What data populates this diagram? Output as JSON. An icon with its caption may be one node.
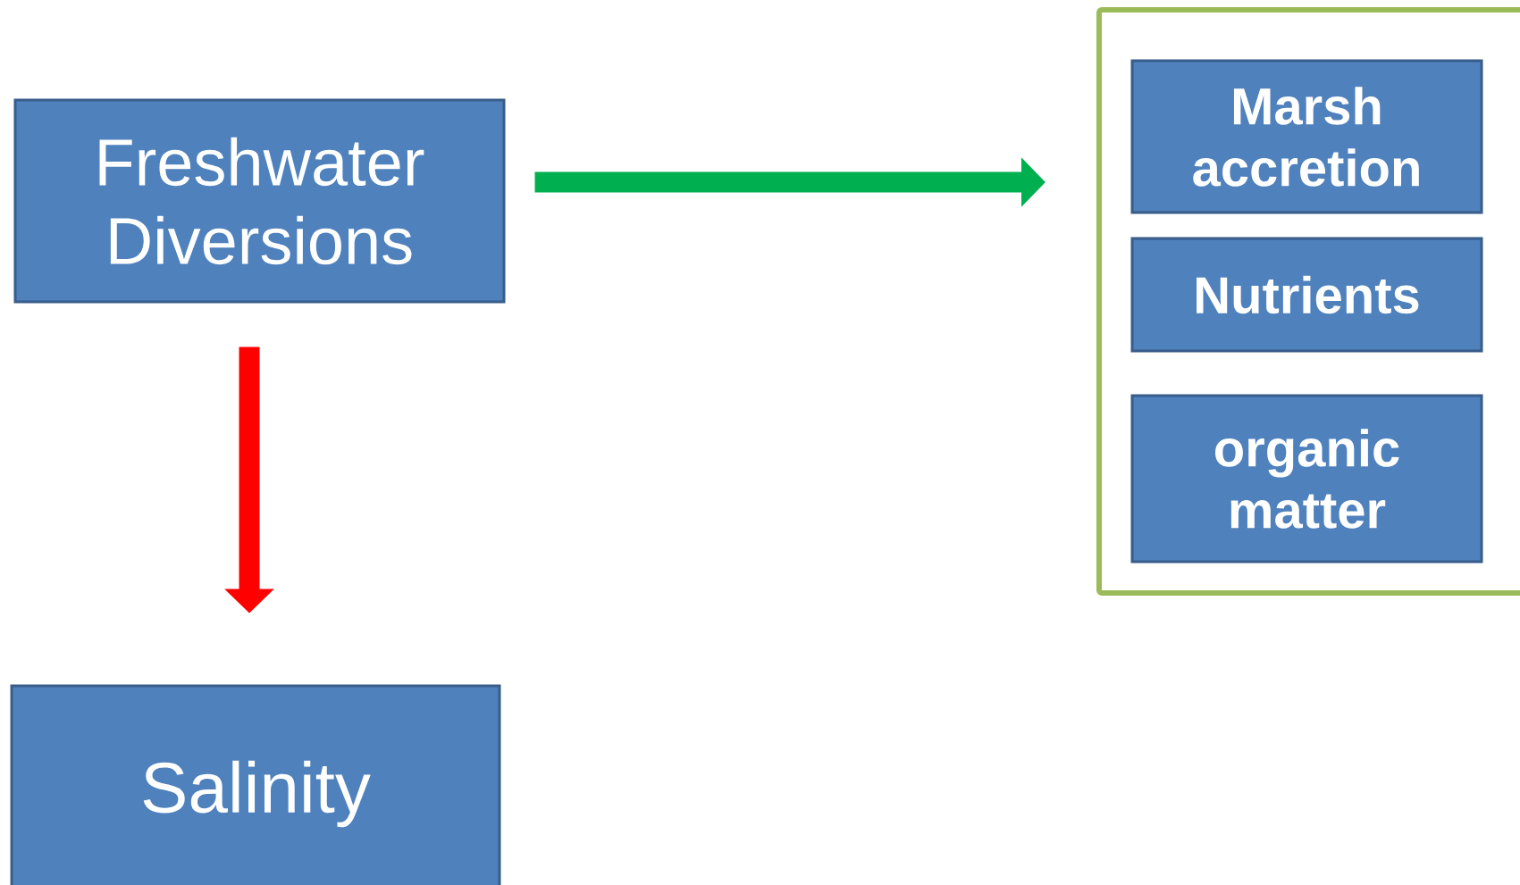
{
  "diagram": {
    "nodes": [
      {
        "text": [
          "Freshwater Diversions"
        ]
      },
      {
        "text": [],
        "shape": "box"
      },
      {
        "text": [
          "Marsh accretion"
        ],
        "in": 1
      },
      {
        "text": [
          "Nutrients"
        ],
        "in": 1
      },
      {
        "text": [
          "organic matter"
        ],
        "in": 1
      },
      {
        "text": [
          "Salinity"
        ]
      }
    ],
    "edges": [
      {
        "from": 0,
        "to": 1,
        "arrow": "to",
        "color": "#00b050"
      },
      {
        "from": 0,
        "to": 5,
        "arrow": "to",
        "color": "#ff0000"
      }
    ]
  }
}
